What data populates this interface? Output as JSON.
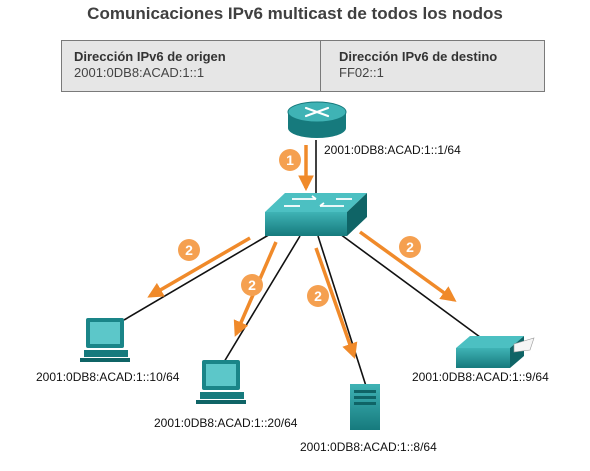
{
  "title": "Comunicaciones IPv6 multicast de todos los nodos",
  "header": {
    "source_label": "Dirección IPv6 de origen",
    "source_value": "2001:0DB8:ACAD:1::1",
    "dest_label": "Dirección IPv6 de destino",
    "dest_value": "FF02::1"
  },
  "nodes": {
    "router": "2001:0DB8:ACAD:1::1/64",
    "pc1": "2001:0DB8:ACAD:1::10/64",
    "pc2": "2001:0DB8:ACAD:1::20/64",
    "server": "2001:0DB8:ACAD:1::8/64",
    "printer": "2001:0DB8:ACAD:1::9/64"
  },
  "steps": [
    "1",
    "2",
    "2",
    "2",
    "2"
  ],
  "colors": {
    "device": "#1f8c8f",
    "arrow": "#f08a2a",
    "badge": "#f5a050"
  },
  "icons": [
    "router-icon",
    "switch-icon",
    "pc-icon",
    "server-icon",
    "printer-icon"
  ]
}
